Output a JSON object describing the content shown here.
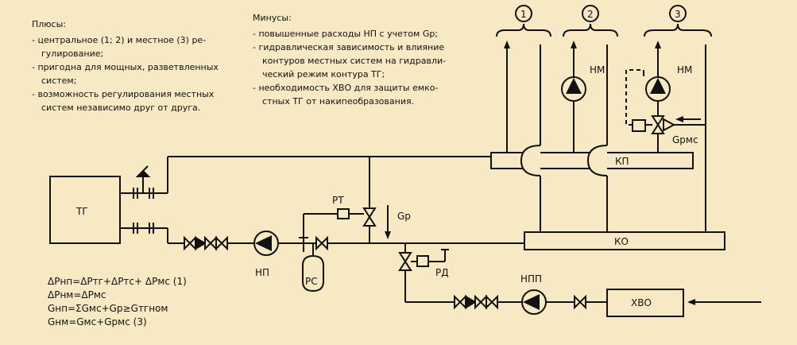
{
  "pros": {
    "title": "Плюсы:",
    "lines": [
      "- центральное (1; 2) и местное (3) ре-",
      "гулирование;",
      "- пригодна для мощных, разветвленных",
      "систем;",
      "- возможность регулирования местных",
      "систем независимо друг от друга."
    ]
  },
  "cons": {
    "title": "Минусы:",
    "lines": [
      "- повышенные расходы НП с учетом Gр;",
      "- гидравлическая зависимость и влияние",
      "контуров местных систем на гидравли-",
      "ческий режим контура ТГ;",
      "- необходимость ХВО для защиты емко-",
      "стных ТГ от накипеобразования."
    ]
  },
  "labels": {
    "tg": "ТГ",
    "np": "НП",
    "rs": "РС",
    "rt": "РТ",
    "rd": "РД",
    "gp": "Gр",
    "kp": "КП",
    "ko": "КО",
    "npp": "НПП",
    "hvo": "ХВО",
    "nm1": "НМ",
    "nm2": "НМ",
    "grms": "Gрмс",
    "c1": "1",
    "c2": "2",
    "c3": "3"
  },
  "formulas": [
    "ΔPнп=ΔPтг+ΔPтс+ ΔPмс (1)",
    "ΔPнм=ΔPмс",
    "Gнп=ΣGмс+Gр≥Gтгном",
    "Gнм=Gмс+Gрмс (3)"
  ],
  "colors": {
    "background": "#f6e9c3",
    "ink": "#111111"
  }
}
